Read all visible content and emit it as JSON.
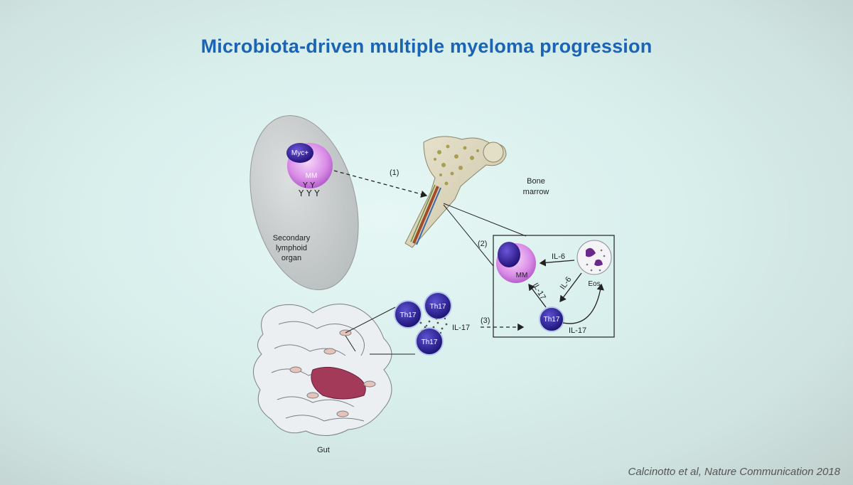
{
  "title": "Microbiota-driven multiple myeloma progression",
  "citation": "Calcinotto et al, Nature Communication 2018",
  "labels": {
    "myc": "Myc+",
    "mm": "MM",
    "secondary_line1": "Secondary",
    "secondary_line2": "lymphoid",
    "secondary_line3": "organ",
    "step1": "(1)",
    "step2": "(2)",
    "step3": "(3)",
    "bone_line1": "Bone",
    "bone_line2": "marrow",
    "il6_a": "IL-6",
    "il6_b": "IL-6",
    "il17_box": "IL-17",
    "il17_bottom": "IL-17",
    "il17_gut": "IL-17",
    "eos": "Eos",
    "th17": "Th17",
    "gut": "Gut"
  },
  "colors": {
    "title": "#1a63b5",
    "mm_cell": "#d98be6",
    "nucleus": "#3a1f9a",
    "th17_cell": "#3b2fa0",
    "organ": "#cfd3d3"
  }
}
